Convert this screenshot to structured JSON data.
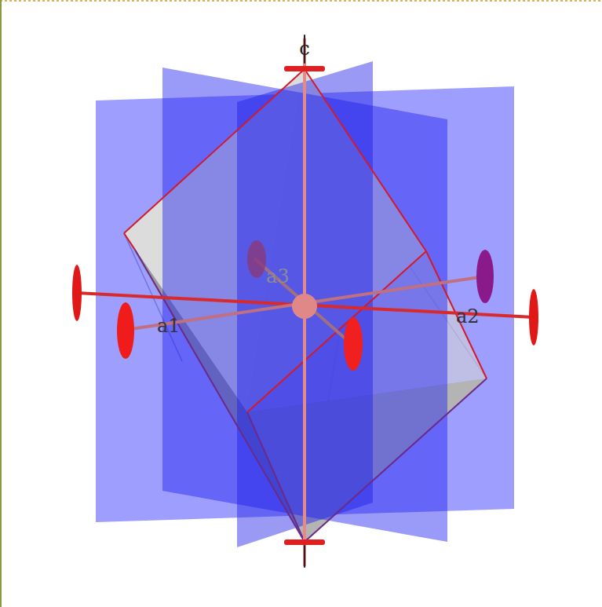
{
  "diagram": {
    "labels": [
      "c",
      "a1",
      "a2",
      "a3"
    ]
  }
}
